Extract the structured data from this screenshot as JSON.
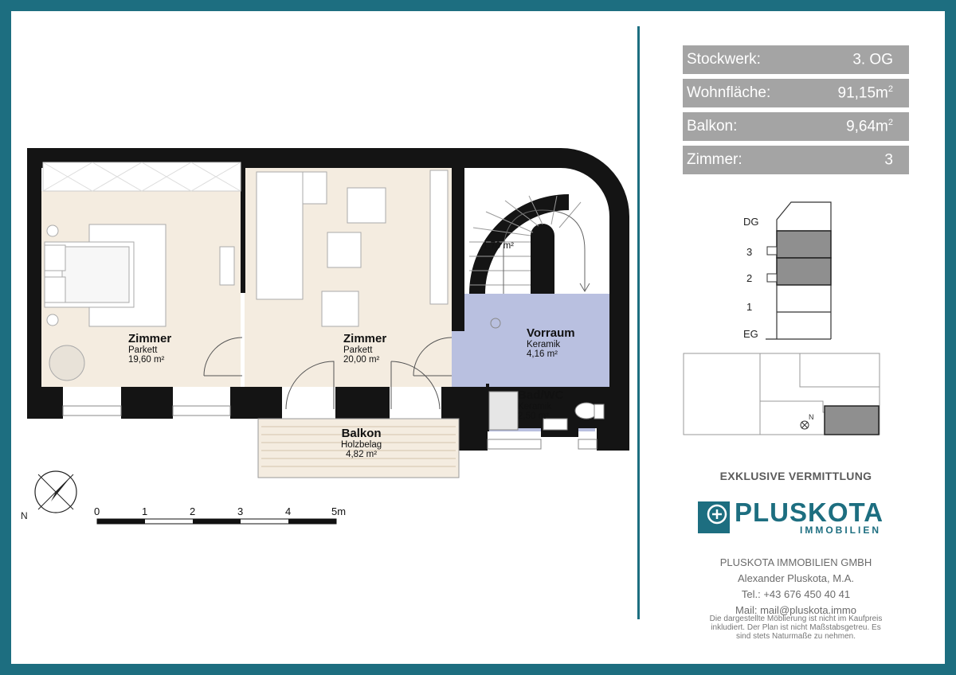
{
  "info": {
    "rows": [
      {
        "label": "Stockwerk:",
        "value": "3. OG",
        "sup": ""
      },
      {
        "label": "Wohnfläche:",
        "value": "91,15m",
        "sup": "2"
      },
      {
        "label": "Balkon:",
        "value": "9,64m",
        "sup": "2"
      },
      {
        "label": "Zimmer:",
        "value": "3",
        "sup": ""
      }
    ]
  },
  "rooms": [
    {
      "name": "Zimmer",
      "floor": "Parkett",
      "area": "19,60 m²"
    },
    {
      "name": "Zimmer",
      "floor": "Parkett",
      "area": "20,00 m²"
    },
    {
      "name": "Vorraum",
      "floor": "Keramik",
      "area": "4,16 m²"
    },
    {
      "name": "Bad/WC",
      "floor": "Keramik",
      "area": "2,50 m²"
    },
    {
      "name": "Balkon",
      "floor": "Holzbelag",
      "area": "4,82 m²"
    }
  ],
  "stair_area": "1,70 m²",
  "north_label": "N",
  "scale": {
    "ticks": [
      "0",
      "1",
      "2",
      "3",
      "4",
      "5m"
    ]
  },
  "floors": {
    "labels": [
      "DG",
      "3",
      "2",
      "1",
      "EG"
    ]
  },
  "site_north": "N",
  "agency": {
    "exclusive": "EXKLUSIVE VERMITTLUNG",
    "logo_name": "PLUSKOTA",
    "logo_sub": "IMMOBILIEN",
    "company": "PLUSKOTA IMMOBILIEN GMBH",
    "person": "Alexander Pluskota, M.A.",
    "phone": "Tel.: +43 676 450 40 41",
    "mail": "Mail: mail@pluskota.immo",
    "disclaimer": "Die dargestellte Möblierung ist nicht im Kaufpreis inkludiert. Der Plan ist nicht Maßstabsgetreu. Es sind stets Naturmaße zu nehmen."
  },
  "colors": {
    "frame": "#1d6e80",
    "room_beige": "#f4ece0",
    "hall_blue": "#b9c0e0",
    "info_gray": "#a4a4a4",
    "floor_dark": "#8f8f8f"
  }
}
